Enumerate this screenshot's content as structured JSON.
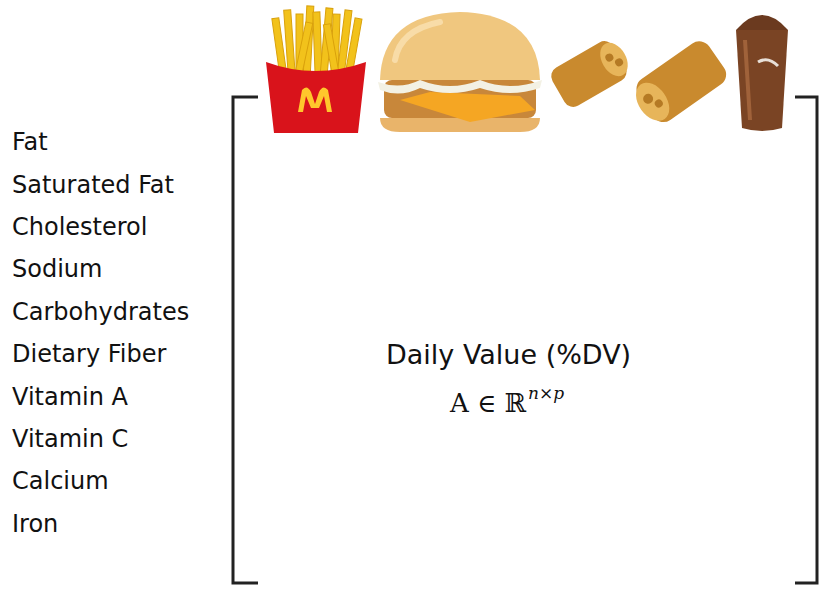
{
  "diagram": {
    "labels": [
      "Fat",
      "Saturated Fat",
      "Cholesterol",
      "Sodium",
      "Carbohydrates",
      "Dietary Fiber",
      "Vitamin A",
      "Vitamin C",
      "Calcium",
      "Iron",
      "Daily Value (%DV)",
      "A ∈ ℝ",
      "n×p"
    ]
  }
}
